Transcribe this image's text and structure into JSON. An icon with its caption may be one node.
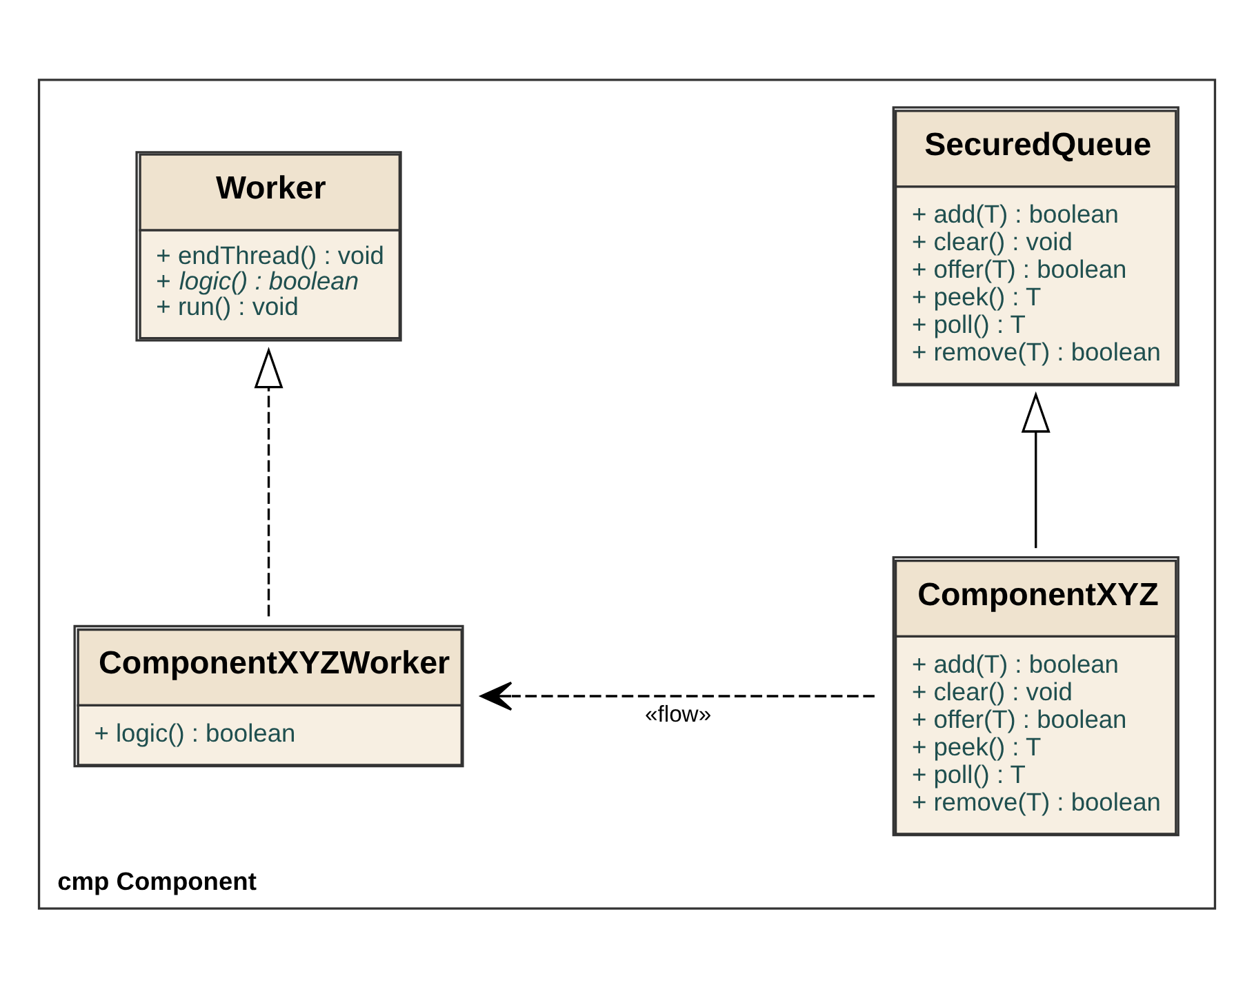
{
  "diagram": {
    "nodes": [
      {
        "text": [
          "cmp Component"
        ]
      },
      {
        "text": [
          "SecuredQueue",
          "+ add(T) : boolean",
          "+ clear() : void",
          "+ offer(T) : boolean",
          "+ peek() : T",
          "+ poll() : T",
          "+ remove(T) : boolean"
        ],
        "in": 0
      },
      {
        "text": [
          "ComponentXYZ",
          "+ add(T) : boolean",
          "+ clear() : void",
          "+ offer(T) : boolean",
          "+ peek() : T",
          "+ poll() : T",
          "+ remove(T) : boolean"
        ],
        "in": 0
      },
      {
        "text": [
          "Worker",
          "+ endThread() : void",
          "+ *logic() : boolean*",
          "+ run() : void"
        ],
        "in": 0
      },
      {
        "text": [
          "ComponentXYZWorker",
          "+ logic() : boolean"
        ],
        "in": 0
      }
    ],
    "edges": [
      {
        "from": 2,
        "to": 1,
        "arrow": "to"
      },
      {
        "from": 4,
        "to": 3,
        "arrow": "to",
        "style": "dashed"
      },
      {
        "from": 2,
        "to": 4,
        "arrow": "to",
        "style": "dashed",
        "label": "«flow»"
      }
    ]
  }
}
